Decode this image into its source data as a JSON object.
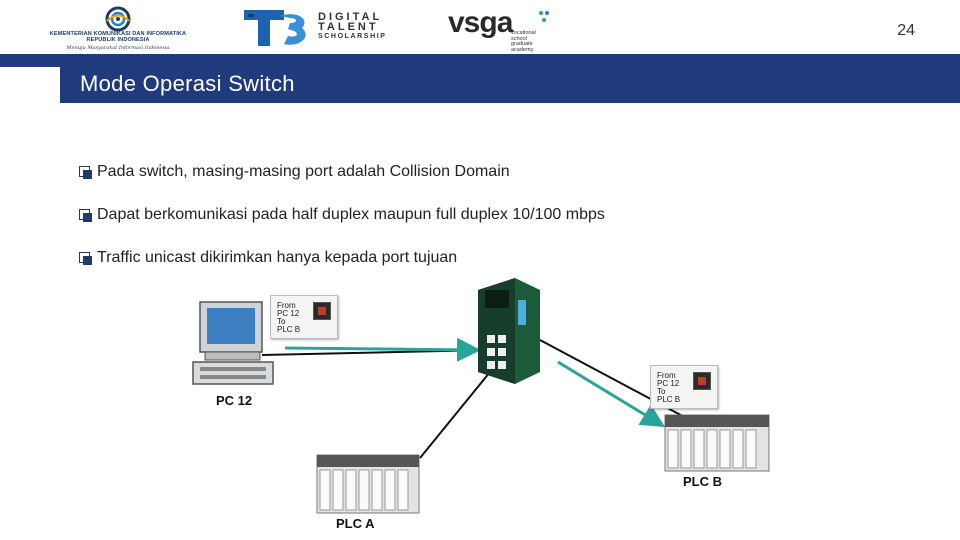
{
  "page": {
    "number": "24"
  },
  "logos": {
    "kominfo": {
      "name": "KEMENTERIAN KOMUNIKASI DAN INFORMATIKA",
      "country": "REPUBLIK INDONESIA",
      "tagline": "Menuju Masyarakat Informasi Indonesia"
    },
    "dts": {
      "line1": "DIGITAL",
      "line2": "TALENT",
      "line3": "SCHOLARSHIP"
    },
    "vsga": {
      "word": "vsga",
      "line1": "vocational",
      "line2": "school",
      "line3": "graduate",
      "line4": "academy"
    }
  },
  "header": {
    "title": "Mode Operasi Switch"
  },
  "bullets": [
    "Pada switch, masing-masing port adalah Collision Domain",
    "Dapat berkomunikasi pada half duplex maupun full duplex 10/100 mbps",
    "Traffic unicast dikirimkan hanya kepada port tujuan"
  ],
  "diagram": {
    "pc_label": "PC 12",
    "plc_a_label": "PLC A",
    "plc_b_label": "PLC B",
    "packet": {
      "from_label": "From",
      "from_value": "PC 12",
      "to_label": "To",
      "to_value": "PLC B"
    }
  },
  "colors": {
    "header_bar": "#1f3b7e",
    "arrow": "#2aa39a",
    "link": "#111111"
  }
}
